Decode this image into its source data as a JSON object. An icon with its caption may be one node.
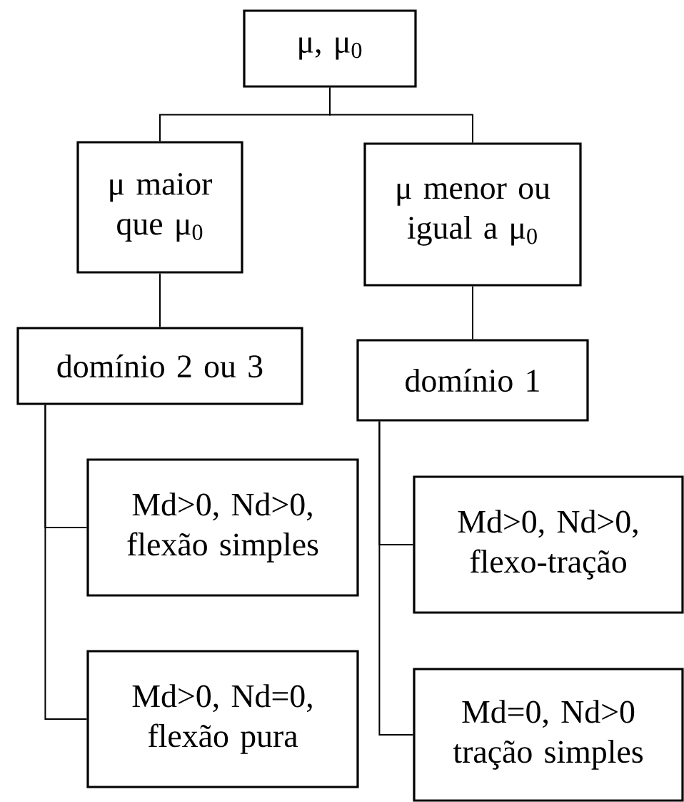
{
  "diagram": {
    "nodes": [
      {
        "text": [
          "μ, μ$_{0}$"
        ]
      },
      {
        "text": [
          "μ maior que μ$_{0}$"
        ]
      },
      {
        "text": [
          "μ menor ou igual a μ$_{0}$"
        ]
      },
      {
        "text": [
          "domínio 2 ou 3"
        ]
      },
      {
        "text": [
          "domínio 1"
        ]
      },
      {
        "text": [
          "Md>0, Nd>0, flexão simples"
        ]
      },
      {
        "text": [
          "Md>0, Nd=0, flexão pura"
        ]
      },
      {
        "text": [
          "Md>0, Nd>0, flexo-tração"
        ]
      },
      {
        "text": [
          "Md=0, Nd>0 tração simples"
        ]
      }
    ],
    "edges": [
      {
        "from": 0,
        "to": 1,
        "arrow": "none"
      },
      {
        "from": 0,
        "to": 2,
        "arrow": "none"
      },
      {
        "from": 1,
        "to": 3,
        "arrow": "none"
      },
      {
        "from": 2,
        "to": 4,
        "arrow": "none"
      },
      {
        "from": 3,
        "to": 5,
        "arrow": "none"
      },
      {
        "from": 3,
        "to": 6,
        "arrow": "none"
      },
      {
        "from": 4,
        "to": 7,
        "arrow": "none"
      },
      {
        "from": 4,
        "to": 8,
        "arrow": "none"
      }
    ]
  }
}
